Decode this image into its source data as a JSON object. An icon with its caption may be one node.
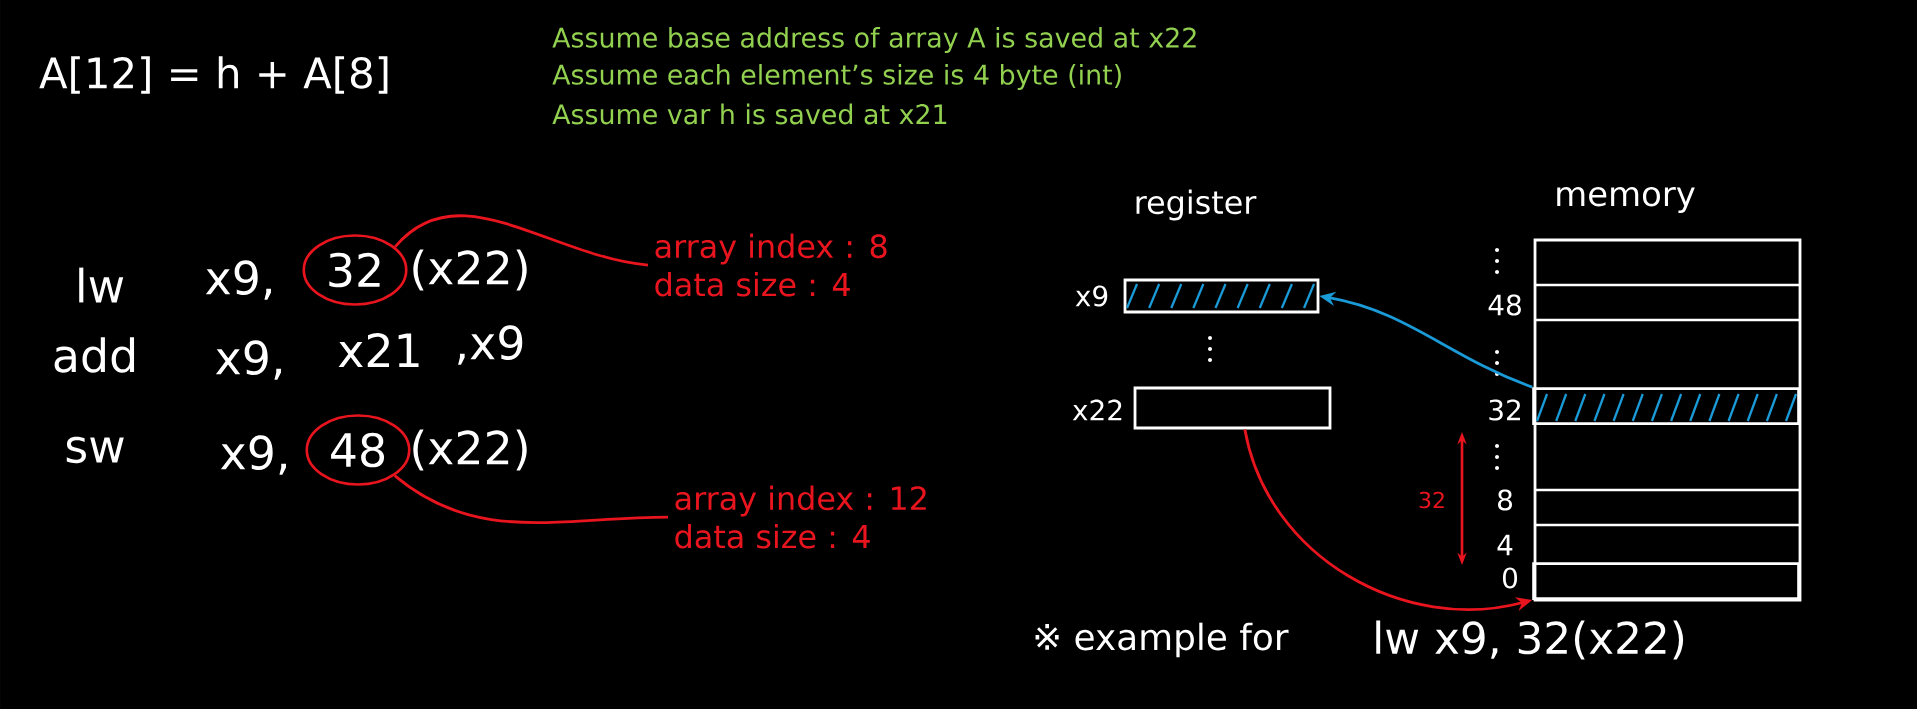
{
  "diagram": {
    "nodes": [
      {
        "text": [
          "32"
        ]
      },
      {
        "text": [
          "array index : 8",
          "data size : 4"
        ]
      },
      {
        "text": [
          "48"
        ]
      },
      {
        "text": [
          "array index : 12",
          "data size : 4"
        ]
      },
      {
        "text": [],
        "shape": "box",
        "beside": [
          "x9"
        ]
      },
      {
        "text": [],
        "shape": "box",
        "beside": [
          "x22"
        ]
      },
      {
        "text": [
          "memory"
        ]
      },
      {
        "text": [],
        "shape": "box",
        "in": 6,
        "beside": [
          "32"
        ]
      },
      {
        "text": [],
        "shape": "box",
        "in": 6,
        "beside": [
          "0"
        ]
      }
    ],
    "edges": [
      {
        "from": 0,
        "to": 1,
        "arrow": "none"
      },
      {
        "from": 2,
        "to": 3,
        "arrow": "none"
      },
      {
        "from": 7,
        "to": 4,
        "arrow": "to",
        "color": "#1a9ad6"
      },
      {
        "from": 5,
        "to": 8,
        "arrow": "to"
      }
    ],
    "labels": [
      "A[12] = h + A[8]",
      "Assume base address of array A is saved at x22",
      "Assume each element’s size is 4 byte (int)",
      "Assume var h is saved at x21",
      "lw",
      "x9,",
      "(x22)",
      "add",
      "x9,",
      "x21",
      ",x9",
      "sw",
      "x9,",
      "(x22)",
      "register",
      "48",
      "8",
      "4",
      "32",
      "※ example for",
      "lw x9, 32(x22)"
    ]
  }
}
